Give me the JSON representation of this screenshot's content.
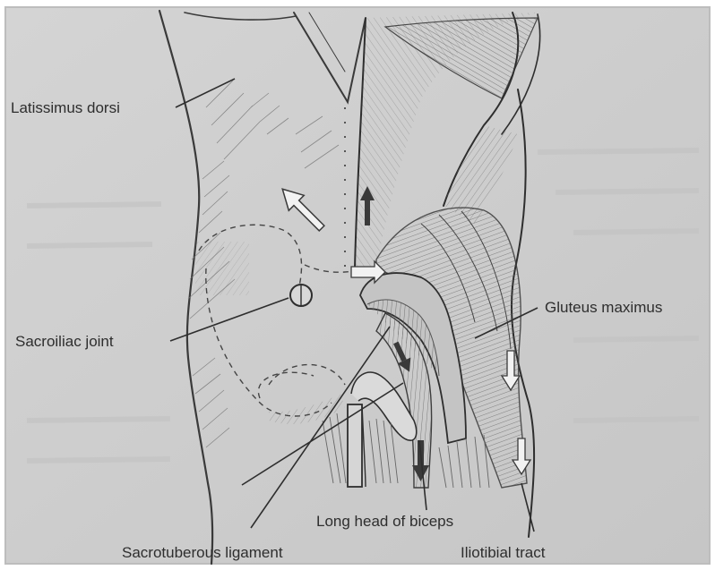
{
  "figure": {
    "labels": {
      "latissimus_dorsi": "Latissimus dorsi",
      "sacroiliac_joint": "Sacroiliac joint",
      "gluteus_maximus": "Gluteus maximus",
      "long_head_of_biceps": "Long head of biceps",
      "sacrotuberous_ligament": "Sacrotuberous ligament",
      "iliotibial_tract": "Iliotibial tract"
    },
    "colors": {
      "paper": "#cfcfcf",
      "ink": "#2e2e2e",
      "hatch": "#6a6a6a",
      "arrow_fill_dark": "#3a3a3a",
      "arrow_fill_light": "#f2f2f2"
    }
  }
}
